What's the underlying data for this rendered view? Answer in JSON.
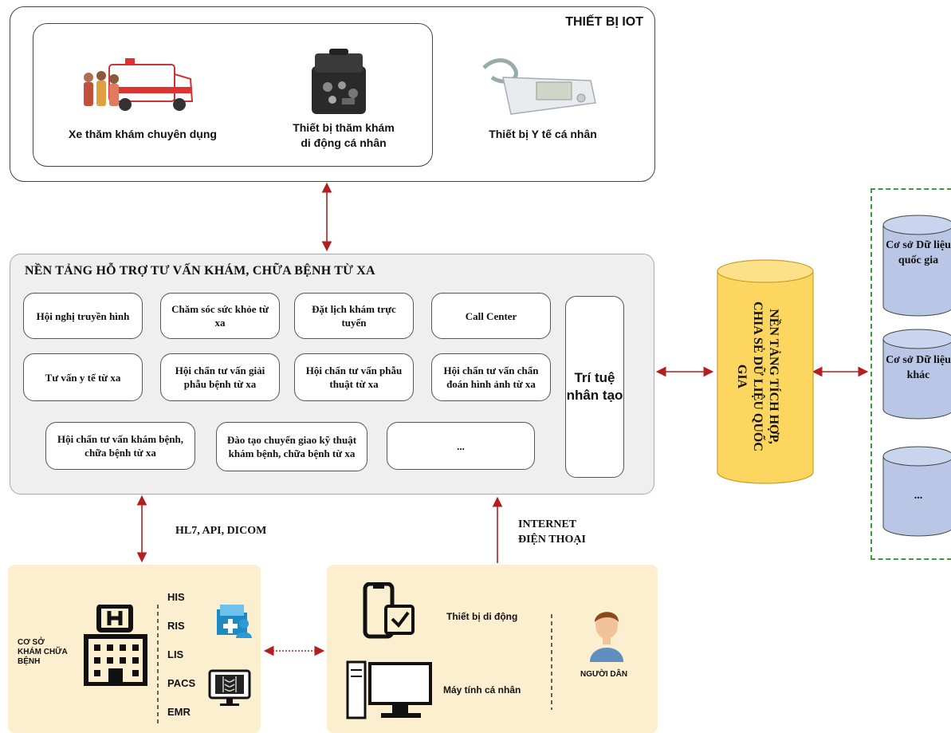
{
  "iot": {
    "title": "THIẾT BỊ IOT",
    "devices": [
      {
        "label": "Xe thăm khám chuyên dụng",
        "icon": "ambulance-icon"
      },
      {
        "label_line1": "Thiết bị thăm khám",
        "label_line2": "di động cá nhân",
        "icon": "medical-kit-icon"
      },
      {
        "label": "Thiết bị Y tế cá nhân",
        "icon": "blood-pressure-monitor-icon"
      }
    ]
  },
  "platform": {
    "title": "NỀN TẢNG HỖ TRỢ TƯ VẤN KHÁM, CHỮA BỆNH TỪ XA",
    "services": [
      "Hội nghị truyền hình",
      "Chăm sóc sức khỏe từ xa",
      "Đặt lịch khám trực tuyến",
      "Call Center",
      "Tư vấn y tế từ xa",
      "Hội chẩn tư vấn giải phẫu bệnh từ xa",
      "Hội chẩn tư vấn phẫu thuật từ xa",
      "Hội chẩn tư vấn chẩn đoán hình ảnh từ xa",
      "Hội chẩn tư vấn khám bệnh, chữa bệnh từ xa",
      "Đào tạo chuyển giao kỹ thuật khám bệnh, chữa bệnh từ xa",
      "..."
    ],
    "ai_line1": "Trí tuệ",
    "ai_line2": "nhân tạo"
  },
  "national_platform": {
    "label": "NỀN TẢNG TÍCH HỢP, CHIA SẺ DỮ LIỆU QUỐC GIA",
    "fill": "#fcd65f"
  },
  "databases": [
    {
      "label": "Cơ sở Dữ liệu quốc gia"
    },
    {
      "label": "Cơ sở Dữ liệu khác"
    },
    {
      "label": "..."
    }
  ],
  "connections": {
    "hl7": "HL7, API, DICOM",
    "internet_line1": "INTERNET",
    "internet_line2": "ĐIỆN THOẠI"
  },
  "facility": {
    "label_line1": "CƠ SỞ",
    "label_line2": "KHÁM CHỮA",
    "label_line3": "BỆNH",
    "systems": [
      "HIS",
      "RIS",
      "LIS",
      "PACS",
      "EMR"
    ]
  },
  "citizens": {
    "mobile": "Thiết bị di động",
    "pc": "Máy tính cá nhân",
    "person": "NGƯỜI DÂN"
  },
  "colors": {
    "arrow": "#b02020",
    "panel_bg": "#fcefcf",
    "db_fill": "#b9c6e6",
    "dashed_border": "#3e9c3e"
  }
}
